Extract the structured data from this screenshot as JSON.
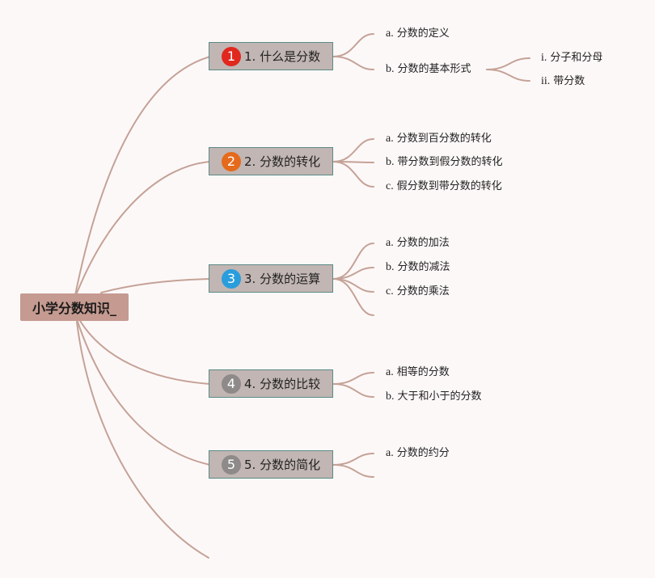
{
  "root": {
    "label": "小学分数知识_"
  },
  "branches": [
    {
      "badge": "1",
      "badge_color": "#e0281e",
      "label": "1. 什么是分数",
      "children": [
        {
          "prefix": "a.",
          "text": "分数的定义"
        },
        {
          "prefix": "b.",
          "text": "分数的基本形式",
          "children": [
            {
              "prefix": "i.",
              "text": "分子和分母"
            },
            {
              "prefix": "ii.",
              "text": "带分数"
            }
          ]
        }
      ]
    },
    {
      "badge": "2",
      "badge_color": "#e56a1c",
      "label": "2. 分数的转化",
      "children": [
        {
          "prefix": "a.",
          "text": "分数到百分数的转化"
        },
        {
          "prefix": "b.",
          "text": "带分数到假分数的转化"
        },
        {
          "prefix": "c.",
          "text": "假分数到带分数的转化"
        }
      ]
    },
    {
      "badge": "3",
      "badge_color": "#2a9ddc",
      "label": "3. 分数的运算",
      "children": [
        {
          "prefix": "a.",
          "text": "分数的加法"
        },
        {
          "prefix": "b.",
          "text": "分数的减法"
        },
        {
          "prefix": "c.",
          "text": "分数的乘法"
        }
      ]
    },
    {
      "badge": "4",
      "badge_color": "#8e8a89",
      "label": "4. 分数的比较",
      "children": [
        {
          "prefix": "a.",
          "text": "相等的分数"
        },
        {
          "prefix": "b.",
          "text": "大于和小于的分数"
        }
      ]
    },
    {
      "badge": "5",
      "badge_color": "#8e8a89",
      "label": "5. 分数的简化",
      "children": [
        {
          "prefix": "a.",
          "text": "分数的约分"
        }
      ]
    }
  ]
}
